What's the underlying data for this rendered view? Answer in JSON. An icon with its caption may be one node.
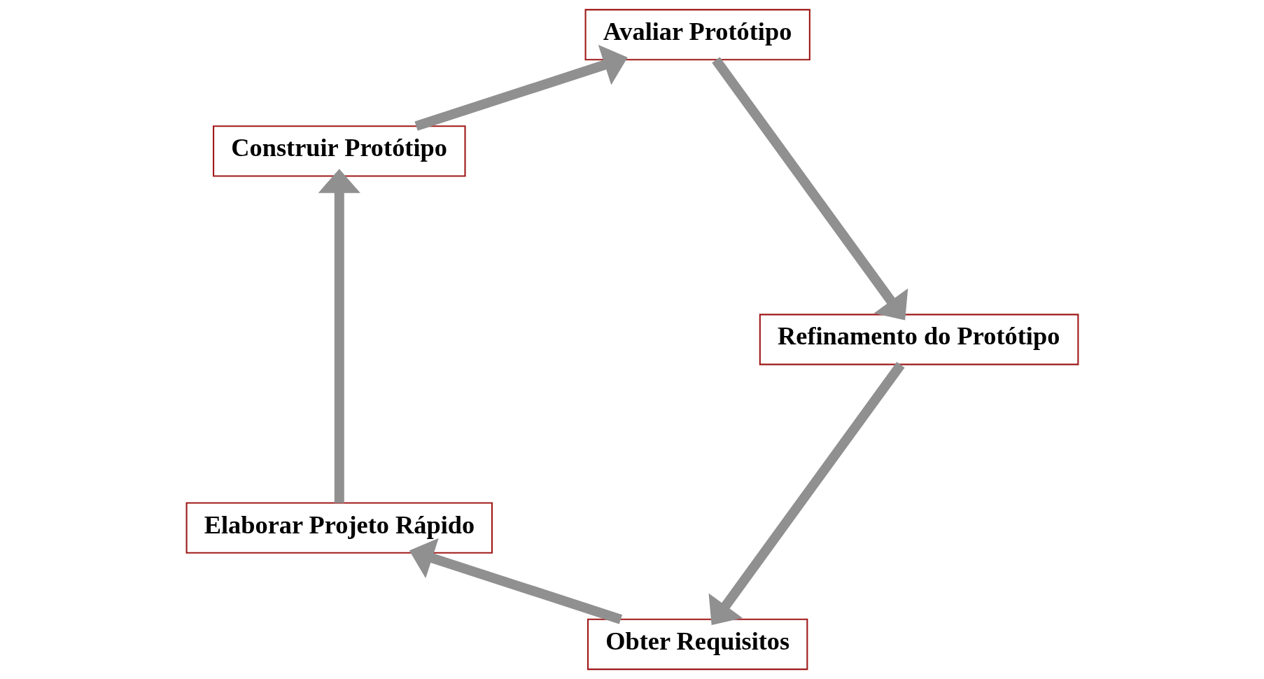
{
  "diagram": {
    "nodes": [
      {
        "text": [
          "Obter Requisitos"
        ]
      },
      {
        "text": [
          "Elaborar Projeto Rápido"
        ]
      },
      {
        "text": [
          "Construir Protótipo"
        ]
      },
      {
        "text": [
          "Avaliar Protótipo"
        ]
      },
      {
        "text": [
          "Refinamento do Protótipo"
        ]
      }
    ],
    "edges": [
      {
        "from": 0,
        "to": 1,
        "arrow": "to"
      },
      {
        "from": 1,
        "to": 2,
        "arrow": "to"
      },
      {
        "from": 2,
        "to": 3,
        "arrow": "to"
      },
      {
        "from": 3,
        "to": 4,
        "arrow": "to"
      },
      {
        "from": 4,
        "to": 0,
        "arrow": "to"
      }
    ]
  }
}
